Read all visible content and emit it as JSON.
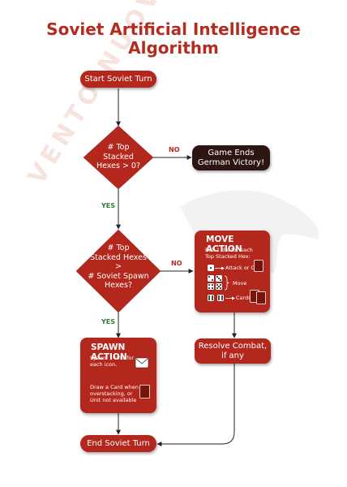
{
  "title": {
    "line1": "Soviet Artificial Intelligence",
    "line2": "Algorithm"
  },
  "watermark": "VENTO NUOVO GAMES",
  "start": {
    "label": "Start Soviet Turn"
  },
  "decision1": {
    "line1": "# Top",
    "line2": "Stacked",
    "line3": "Hexes > 0?",
    "no": "NO",
    "yes": "YES"
  },
  "game_end": {
    "line1": "Game Ends",
    "line2": "German Victory!"
  },
  "decision2": {
    "line1": "# Top",
    "line2": "Stacked Hexes",
    "line3": ">",
    "line4": "# Soviet Spawn",
    "line5": "Hexes?",
    "no": "NO",
    "yes": "YES"
  },
  "move_action": {
    "title": "MOVE ACTION",
    "desc_line1": "Roll 1 die for each",
    "desc_line2": "Top Stacked Hex:",
    "attack": "Attack or Card",
    "move": "Move",
    "cards": "Cards"
  },
  "spawn_action": {
    "title": "SPAWN ACTION",
    "line1": "Spawn 1 Unit for",
    "line2": "each icon.",
    "draw1": "Draw a Card when",
    "draw2": "overstacking, or",
    "draw3": "Unit not available"
  },
  "resolve": {
    "line1": "Resolve Combat,",
    "line2": "if any"
  },
  "end": {
    "label": "End Soviet Turn"
  },
  "colors": {
    "red": "#b3271c",
    "title_red": "#b42b1f",
    "dark": "#2d1512",
    "yes_green": "#2e7d32",
    "no_red": "#b42b1f"
  }
}
